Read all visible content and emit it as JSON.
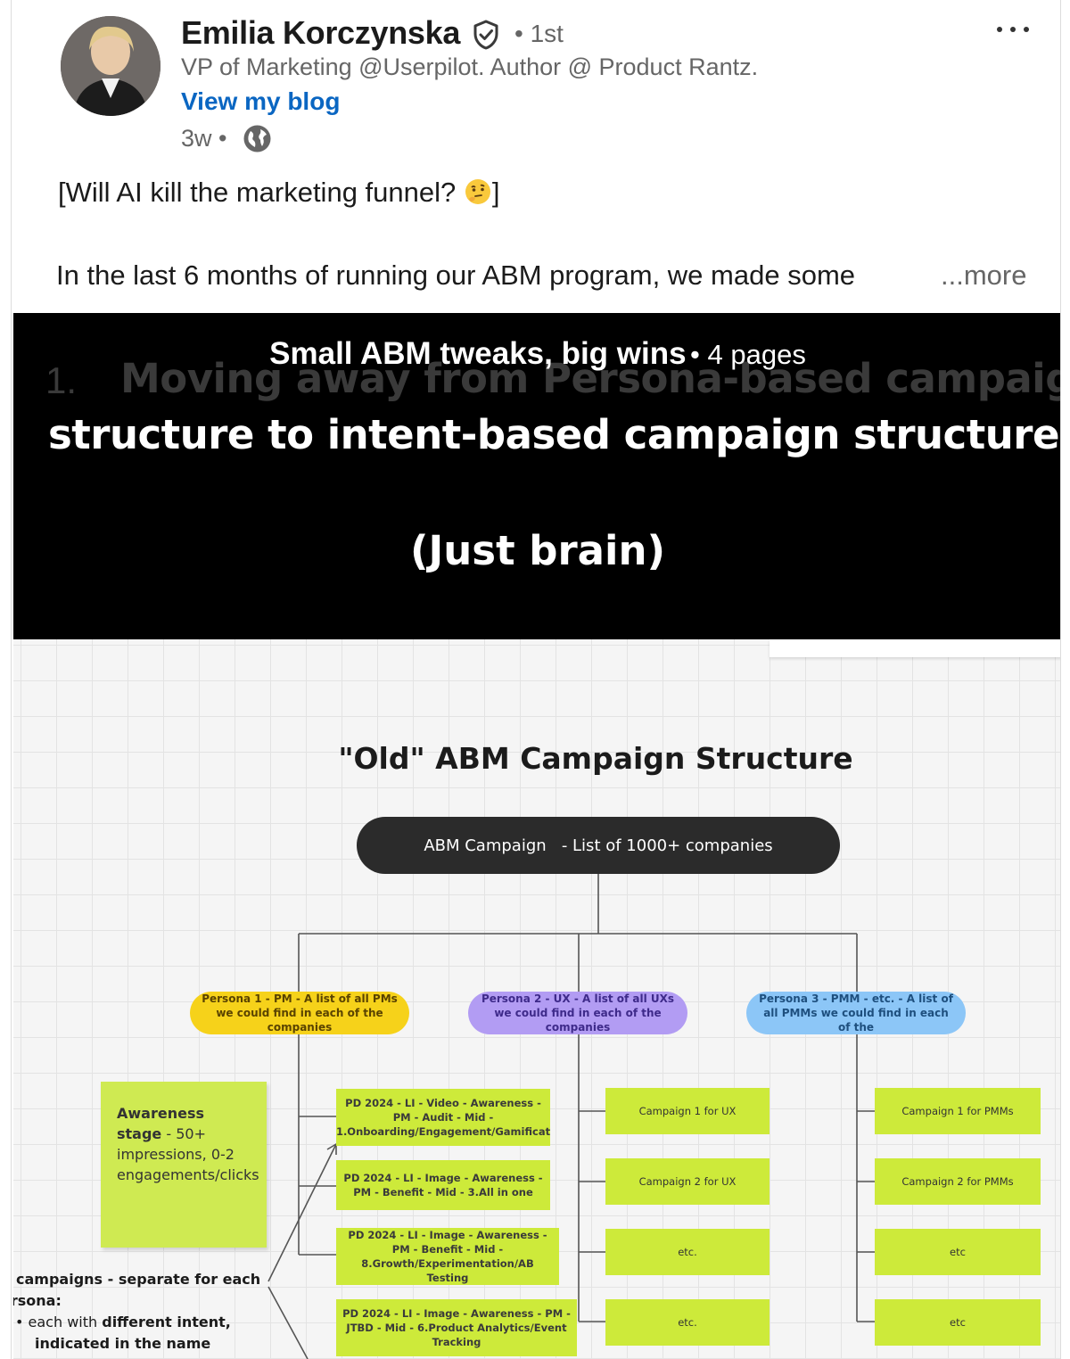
{
  "author": {
    "name": "Emilia Korczynska",
    "verified_icon": "verified-shield-icon",
    "degree": "• 1st",
    "headline": "VP of Marketing @Userpilot. Author @ Product Rantz.",
    "link_label": "View my blog",
    "time": "3w •",
    "visibility_icon": "globe-icon"
  },
  "post": {
    "line1": "[Will AI kill the marketing funnel? ",
    "line1_end": "]",
    "line2": "In the last 6 months of running our ABM program, we made some",
    "see_more": "...more"
  },
  "document": {
    "title": "Small ABM tweaks, big wins",
    "pages": "• 4 pages",
    "slide_number": "1.",
    "slide_line1": "Moving away from Persona-based campaign",
    "slide_line2": "structure to intent-based campaign structure",
    "slide_line3": "(Just brain)"
  },
  "board": {
    "title": "\"Old\" ABM Campaign Structure",
    "root": "ABM Campaign   - List of 1000+ companies",
    "personas": [
      "Persona 1 - PM - A list of all PMs we could find in each of the companies",
      "Persona 2 - UX - A list of all UXs we could find in each of the companies",
      "Persona 3 - PMM - etc. - A list of all PMMs we could find in each of the"
    ],
    "pm_campaigns": [
      "PD 2024 - LI - Video - Awareness - PM - Audit - Mid - 1.Onboarding/Engagement/Gamificat",
      "PD 2024 - LI - Image - Awareness - PM - Benefit - Mid - 3.All in one",
      "PD 2024 - LI - Image - Awareness - PM - Benefit - Mid - 8.Growth/Experimentation/AB Testing",
      "PD 2024 - LI - Image - Awareness - PM - JTBD - Mid - 6.Product Analytics/Event Tracking"
    ],
    "ux_campaigns": [
      "Campaign 1 for UX",
      "Campaign 2  for UX",
      "etc.",
      "etc."
    ],
    "pmm_campaigns": [
      "Campaign 1 for PMMs",
      "Campaign 2 for PMMs",
      "etc",
      "etc"
    ],
    "sticky_bold": "Awareness stage",
    "sticky_rest": " - 50+ impressions, 0-2 engagements/clicks",
    "note_line1_bold": "d campaigns - separate for each",
    "note_line2_bold": "ersona:",
    "note_line3_a": "• each with ",
    "note_line3_b": "different intent,",
    "note_line4": "indicated in the name"
  },
  "colors": {
    "link": "#0a66c2",
    "persona_pm": "#f6d21a",
    "persona_ux": "#b29cf3",
    "persona_pmm": "#8cc6f7",
    "campaign": "#cdea3a",
    "root": "#2b2b2b"
  }
}
